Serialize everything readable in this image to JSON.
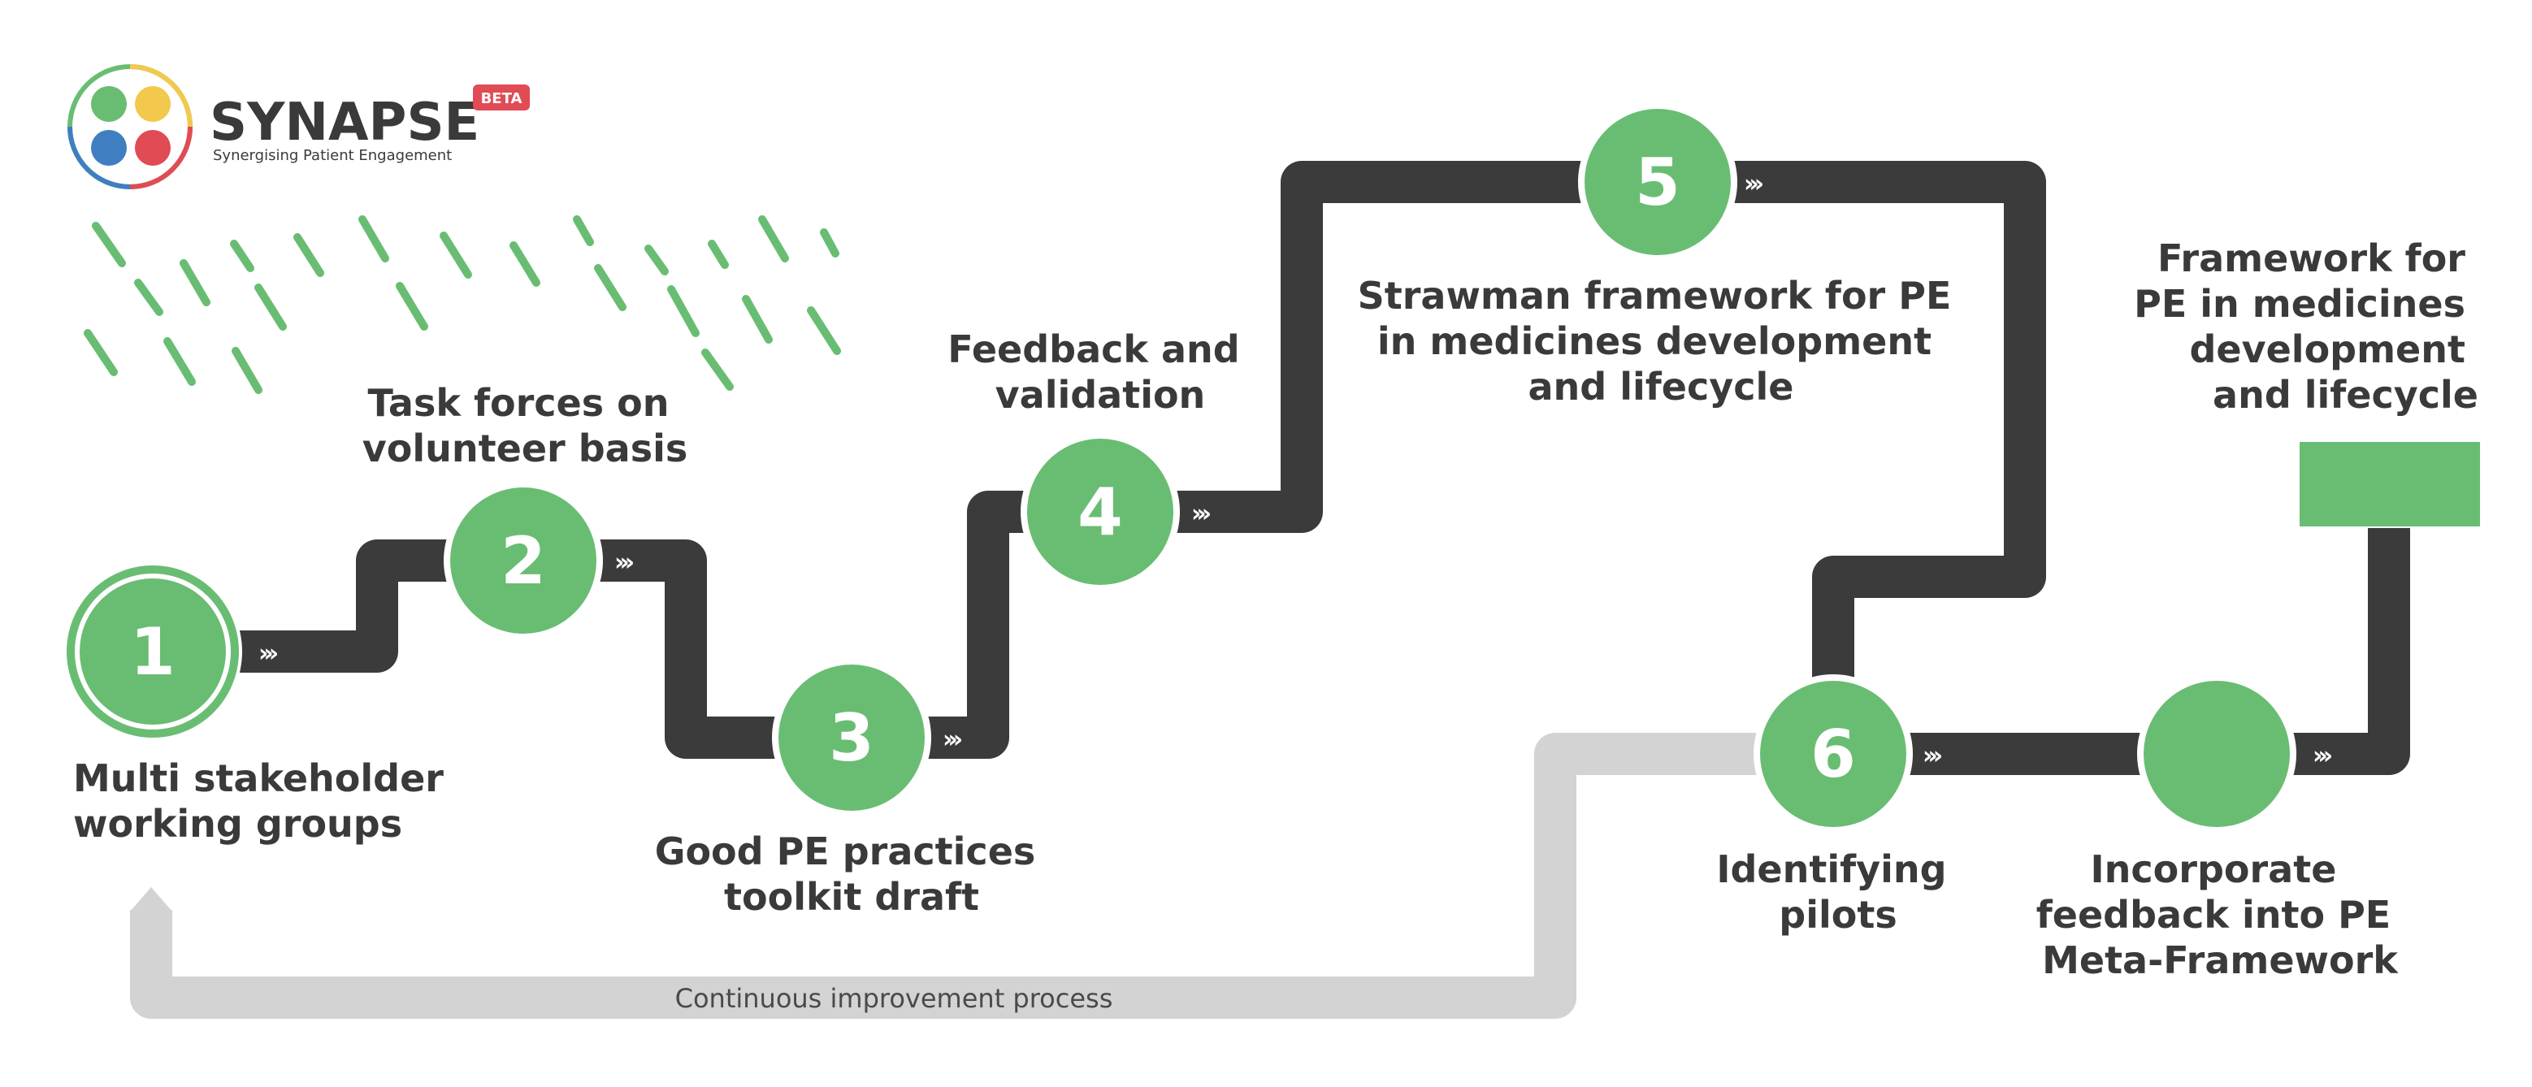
{
  "logo": {
    "name": "SYNAPSE",
    "badge": "BETA",
    "tagline": "Synergising Patient Engagement"
  },
  "colors": {
    "green": "#69bd73",
    "dark": "#3b3b3b",
    "grey": "#d3d3d3",
    "text": "#3a3a3a",
    "badge": "#e04b55"
  },
  "steps": [
    {
      "number": "1",
      "label_lines": [
        "Multi stakeholder",
        "working groups"
      ]
    },
    {
      "number": "2",
      "label_lines": [
        "Task forces on",
        "volunteer basis"
      ]
    },
    {
      "number": "3",
      "label_lines": [
        "Good PE practices",
        "toolkit draft"
      ]
    },
    {
      "number": "4",
      "label_lines": [
        "Feedback and",
        "validation"
      ]
    },
    {
      "number": "5",
      "label_lines": [
        "Strawman  framework for PE",
        "in medicines development",
        "and lifecycle"
      ]
    },
    {
      "number": "6",
      "label_lines": [
        "Identifying",
        "pilots"
      ]
    },
    {
      "number": "",
      "label_lines": [
        "Incorporate",
        "feedback into PE",
        "Meta-Framework"
      ]
    }
  ],
  "final": {
    "label_lines": [
      "Framework for",
      "PE in medicines",
      "development",
      "and lifecycle"
    ]
  },
  "loop": {
    "label": "Continuous improvement process"
  },
  "connector_glyph": "›››"
}
